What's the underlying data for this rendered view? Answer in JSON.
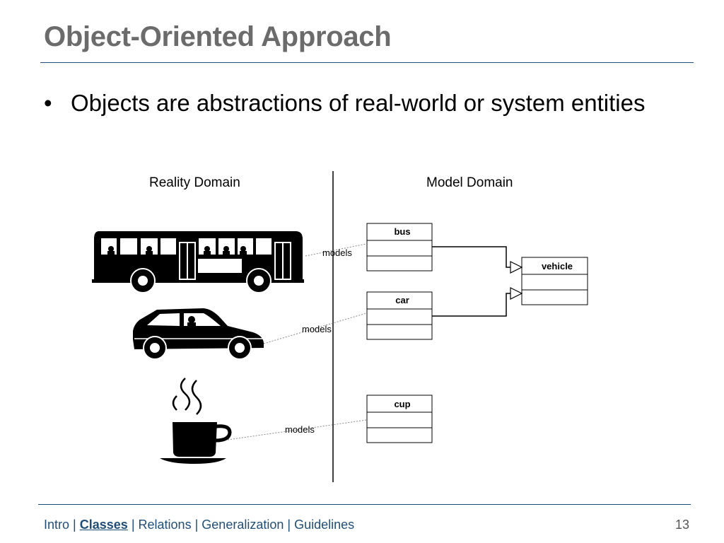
{
  "slide": {
    "title": "Object-Oriented Approach",
    "bullet": "Objects are abstractions of real-world or system entities",
    "bullet_marker": "•"
  },
  "diagram": {
    "reality_heading": "Reality Domain",
    "model_heading": "Model Domain",
    "objects": [
      {
        "name": "bus-image",
        "icon": "bus-icon",
        "relation_label": "models",
        "model_class": "bus"
      },
      {
        "name": "car-image",
        "icon": "car-icon",
        "relation_label": "models",
        "model_class": "car"
      },
      {
        "name": "cup-image",
        "icon": "coffee-cup-icon",
        "relation_label": "models",
        "model_class": "cup"
      }
    ],
    "classes": {
      "bus": "bus",
      "car": "car",
      "cup": "cup",
      "vehicle": "vehicle"
    },
    "generalization": {
      "children": [
        "bus",
        "car"
      ],
      "parent": "vehicle"
    }
  },
  "footer": {
    "nav": [
      {
        "label": "Intro",
        "active": false
      },
      {
        "label": "Classes",
        "active": true
      },
      {
        "label": "Relations",
        "active": false
      },
      {
        "label": "Generalization",
        "active": false
      },
      {
        "label": "Guidelines",
        "active": false
      }
    ],
    "separator": "|",
    "page_number": "13"
  },
  "colors": {
    "title": "#6b6b6b",
    "rule": "#1f4e79",
    "footer_link": "#1f4e79",
    "ink": "#000000"
  }
}
